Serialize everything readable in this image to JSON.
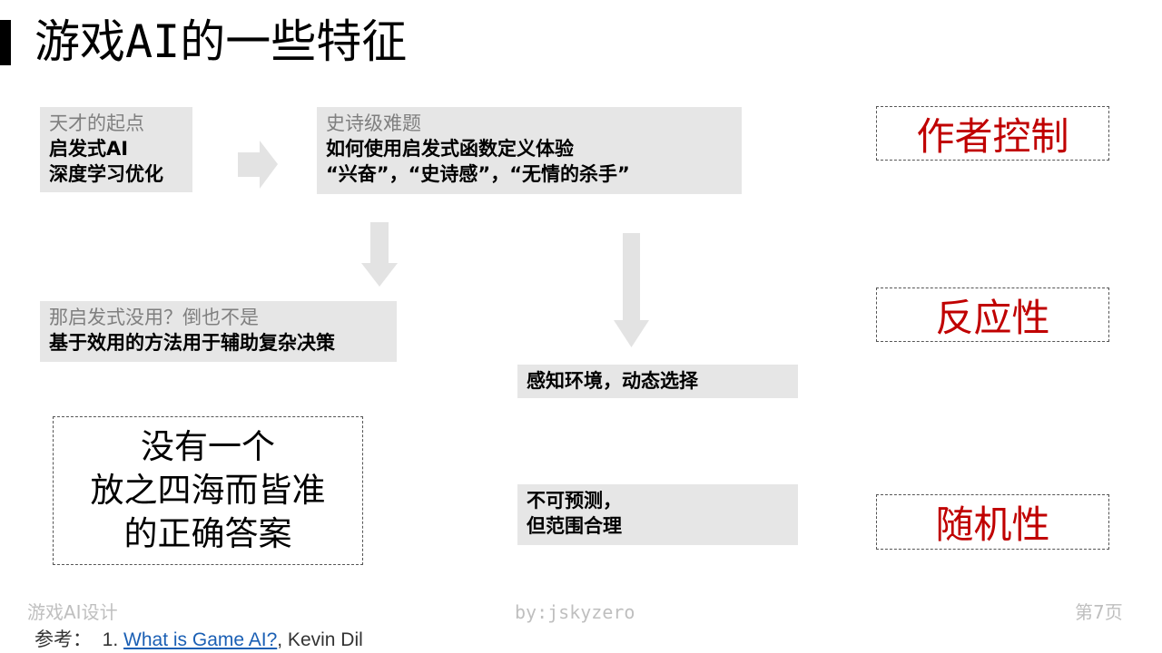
{
  "title": "游戏AI的一些特征",
  "box1": {
    "heading": "天才的起点",
    "lines": [
      "启发式AI",
      "深度学习优化"
    ]
  },
  "box2": {
    "heading": "史诗级难题",
    "lines": [
      "如何使用启发式函数定义体验",
      "“兴奋”，“史诗感”，“无情的杀手”"
    ]
  },
  "box3": {
    "heading": "那启发式没用？倒也不是",
    "lines": [
      "基于效用的方法用于辅助复杂决策"
    ]
  },
  "box4": {
    "lines": [
      "感知环境，动态选择"
    ]
  },
  "box5": {
    "lines": [
      "不可预测，",
      "但范围合理"
    ]
  },
  "conclusion": [
    "没有一个",
    "放之四海而皆准",
    "的正确答案"
  ],
  "features": [
    "作者控制",
    "反应性",
    "随机性"
  ],
  "footer": {
    "left": "游戏AI设计",
    "center": "by:jskyzero",
    "right": "第7页"
  },
  "reference": {
    "label": "参考：",
    "index": "1.",
    "link": "What is Game AI?",
    "author": ", Kevin Dil"
  }
}
